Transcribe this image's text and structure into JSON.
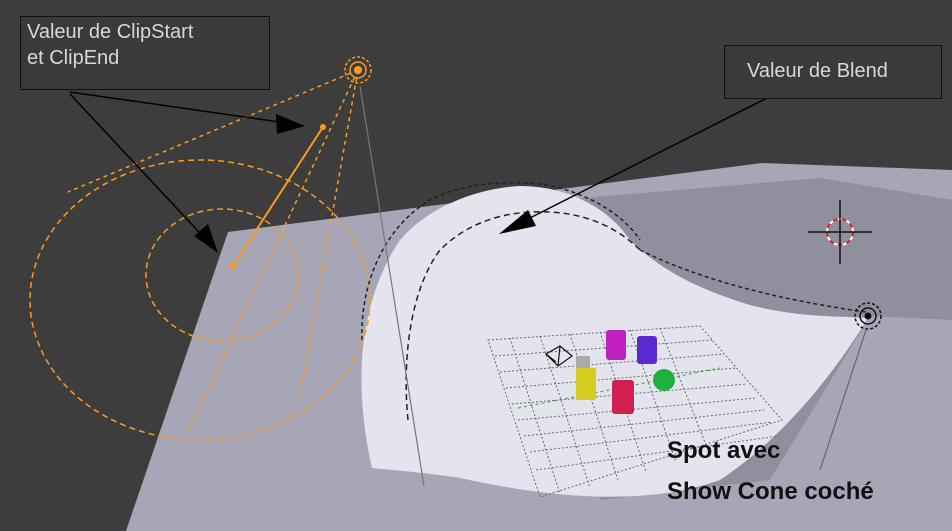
{
  "callouts": {
    "clip_line1": "Valeur de ClipStart",
    "clip_line2": "et ClipEnd",
    "blend": "Valeur de Blend"
  },
  "labels": {
    "spot_line1": "Spot avec",
    "spot_line2": "Show Cone coché"
  },
  "colors": {
    "background": "#3d3d3d",
    "plane": "#a6a6b6",
    "spot_cone": "#e4e4ee",
    "lamp_orange": "#ff9a1f",
    "cursor_red": "#e02020"
  }
}
